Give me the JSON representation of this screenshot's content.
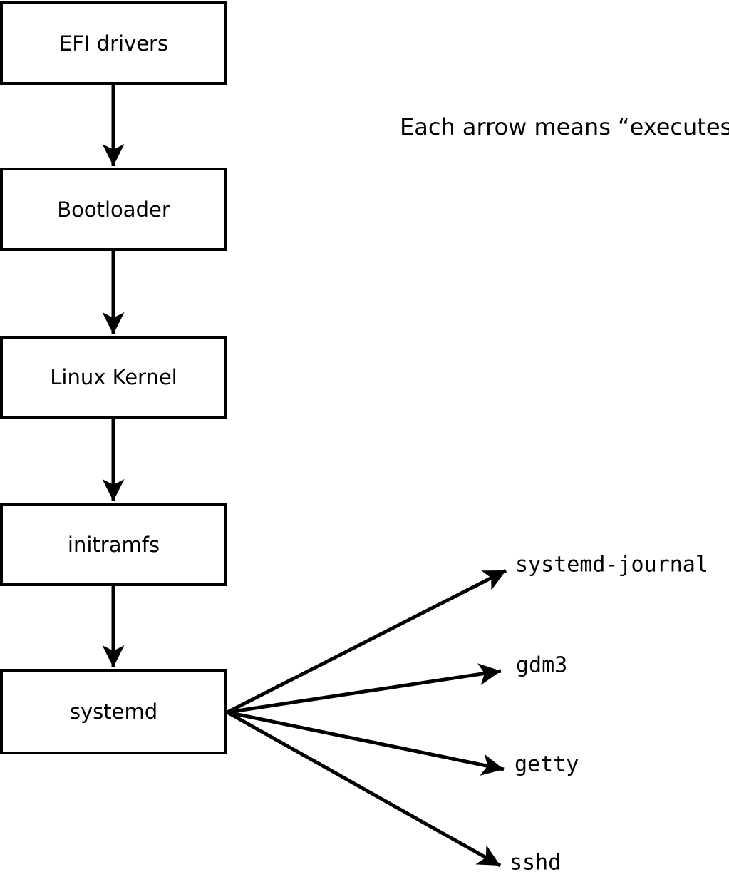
{
  "diagram": {
    "annotation": "Each arrow means “executes”.",
    "boot_chain": [
      {
        "label": "EFI drivers"
      },
      {
        "label": "Bootloader"
      },
      {
        "label": "Linux Kernel"
      },
      {
        "label": "initramfs"
      },
      {
        "label": "systemd"
      }
    ],
    "spawned_services": [
      {
        "label": "systemd-journal"
      },
      {
        "label": "gdm3"
      },
      {
        "label": "getty"
      },
      {
        "label": "sshd"
      }
    ],
    "colors": {
      "line": "#000000",
      "box_border": "#000000",
      "box_fill": "#ffffff",
      "background": "#ffffff",
      "text": "#000000"
    }
  }
}
